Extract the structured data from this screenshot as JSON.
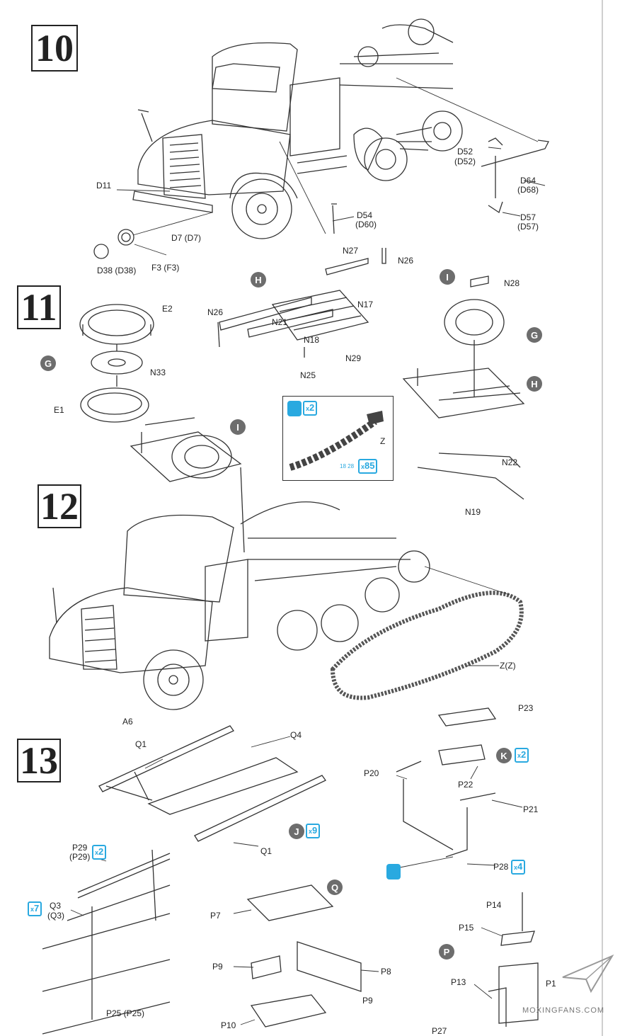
{
  "steps": {
    "s10": "10",
    "s11": "11",
    "s12": "12",
    "s13": "13"
  },
  "step10": {
    "d11": "D11",
    "d7": "D7 (D7)",
    "d38": "D38 (D38)",
    "f3": "F3 (F3)",
    "d54": "D54",
    "d54b": "(D60)",
    "d52": "D52",
    "d52b": "(D52)",
    "d64": "D64",
    "d64b": "(D68)",
    "d57": "D57",
    "d57b": "(D57)"
  },
  "step11": {
    "g": "G",
    "e2": "E2",
    "n33": "N33",
    "e1": "E1",
    "h": "H",
    "n27": "N27",
    "n26a": "N26",
    "n26b": "N26",
    "n17": "N17",
    "n21": "N21",
    "n18": "N18",
    "n29": "N29",
    "n25": "N25",
    "i": "I",
    "n28": "N28",
    "g2": "G",
    "h2": "H",
    "n22": "N22",
    "n19": "N19"
  },
  "step12": {
    "i": "I",
    "z": "Z",
    "inset_qty": "2",
    "inset_qty2": "85",
    "inset_small": "18 28",
    "zz": "Z(Z)",
    "a6": "A6"
  },
  "step13": {
    "q1a": "Q1",
    "q4": "Q4",
    "q1b": "Q1",
    "j": "J",
    "j_qty": "9",
    "p23": "P23",
    "k": "K",
    "k_qty": "2",
    "p20": "P20",
    "p22": "P22",
    "p21": "P21",
    "p28": "P28",
    "p28_qty": "4",
    "p29": "P29",
    "p29b": "(P29)",
    "p29_qty": "2",
    "q3_qty": "7",
    "q3": "Q3",
    "q3b": "(Q3)",
    "p25": "P25 (P25)",
    "q": "Q",
    "p7": "P7",
    "p9a": "P9",
    "p8": "P8",
    "p9b": "P9",
    "p10": "P10",
    "p14": "P14",
    "p15": "P15",
    "p": "P",
    "p13": "P13",
    "p1": "P1",
    "p27": "P27"
  },
  "watermark": "MOXINGFANS.COM",
  "colors": {
    "accent": "#29a9e0",
    "badge": "#6d6d6d",
    "ink": "#222222"
  }
}
